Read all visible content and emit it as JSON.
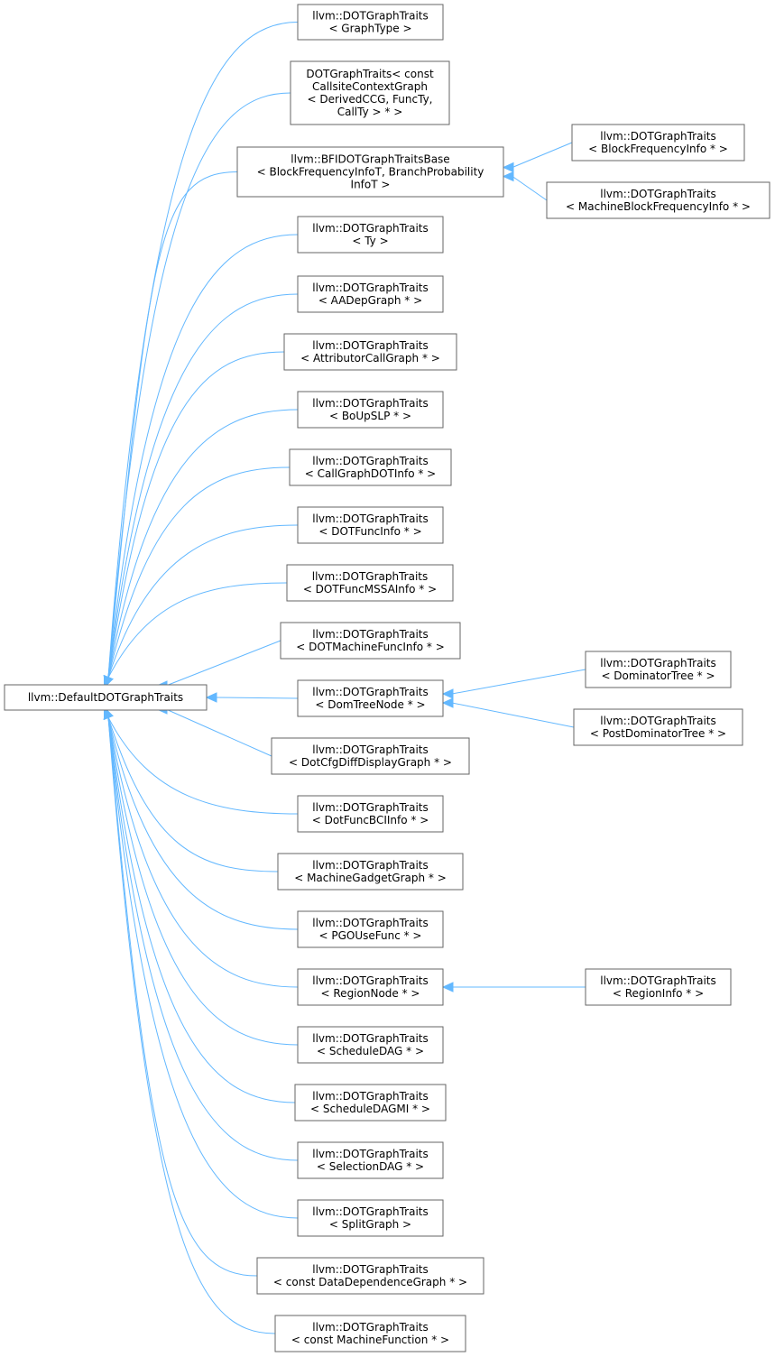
{
  "colors": {
    "edge": "#63b8ff",
    "node_border": "#666666",
    "node_fill": "#ffffff",
    "text": "#000000"
  },
  "nodes": [
    {
      "id": "default",
      "lines": [
        "llvm::DefaultDOTGraphTraits"
      ]
    },
    {
      "id": "graphtype",
      "lines": [
        "llvm::DOTGraphTraits",
        "< GraphType >"
      ]
    },
    {
      "id": "callsite",
      "lines": [
        "DOTGraphTraits< const",
        "CallsiteContextGraph",
        "< DerivedCCG, FuncTy,",
        "CallTy > * >"
      ]
    },
    {
      "id": "bfibase",
      "lines": [
        "llvm::BFIDOTGraphTraitsBase",
        "< BlockFrequencyInfoT, BranchProbability",
        "InfoT >"
      ]
    },
    {
      "id": "blockfreq",
      "lines": [
        "llvm::DOTGraphTraits",
        "< BlockFrequencyInfo * >"
      ]
    },
    {
      "id": "machineblockfreq",
      "lines": [
        "llvm::DOTGraphTraits",
        "< MachineBlockFrequencyInfo * >"
      ]
    },
    {
      "id": "ty",
      "lines": [
        "llvm::DOTGraphTraits",
        "< Ty >"
      ]
    },
    {
      "id": "aadep",
      "lines": [
        "llvm::DOTGraphTraits",
        "< AADepGraph * >"
      ]
    },
    {
      "id": "attributor",
      "lines": [
        "llvm::DOTGraphTraits",
        "< AttributorCallGraph * >"
      ]
    },
    {
      "id": "boupslp",
      "lines": [
        "llvm::DOTGraphTraits",
        "< BoUpSLP * >"
      ]
    },
    {
      "id": "callgraphdot",
      "lines": [
        "llvm::DOTGraphTraits",
        "< CallGraphDOTInfo * >"
      ]
    },
    {
      "id": "dotfunc",
      "lines": [
        "llvm::DOTGraphTraits",
        "< DOTFuncInfo * >"
      ]
    },
    {
      "id": "dotfuncmssa",
      "lines": [
        "llvm::DOTGraphTraits",
        "< DOTFuncMSSAInfo * >"
      ]
    },
    {
      "id": "dotmachinefunc",
      "lines": [
        "llvm::DOTGraphTraits",
        "< DOTMachineFuncInfo * >"
      ]
    },
    {
      "id": "domtreenode",
      "lines": [
        "llvm::DOTGraphTraits",
        "< DomTreeNode * >"
      ]
    },
    {
      "id": "dominatortree",
      "lines": [
        "llvm::DOTGraphTraits",
        "< DominatorTree * >"
      ]
    },
    {
      "id": "postdominatortree",
      "lines": [
        "llvm::DOTGraphTraits",
        "< PostDominatorTree * >"
      ]
    },
    {
      "id": "dotcfgdiff",
      "lines": [
        "llvm::DOTGraphTraits",
        "< DotCfgDiffDisplayGraph * >"
      ]
    },
    {
      "id": "dotfuncbci",
      "lines": [
        "llvm::DOTGraphTraits",
        "< DotFuncBCIInfo * >"
      ]
    },
    {
      "id": "machinegadget",
      "lines": [
        "llvm::DOTGraphTraits",
        "< MachineGadgetGraph * >"
      ]
    },
    {
      "id": "pgousefunc",
      "lines": [
        "llvm::DOTGraphTraits",
        "< PGOUseFunc * >"
      ]
    },
    {
      "id": "regionnode",
      "lines": [
        "llvm::DOTGraphTraits",
        "< RegionNode * >"
      ]
    },
    {
      "id": "regioninfo",
      "lines": [
        "llvm::DOTGraphTraits",
        "< RegionInfo * >"
      ]
    },
    {
      "id": "scheduledag",
      "lines": [
        "llvm::DOTGraphTraits",
        "< ScheduleDAG * >"
      ]
    },
    {
      "id": "scheduledagmi",
      "lines": [
        "llvm::DOTGraphTraits",
        "< ScheduleDAGMI * >"
      ]
    },
    {
      "id": "selectiondag",
      "lines": [
        "llvm::DOTGraphTraits",
        "< SelectionDAG * >"
      ]
    },
    {
      "id": "splitgraph",
      "lines": [
        "llvm::DOTGraphTraits",
        "< SplitGraph >"
      ]
    },
    {
      "id": "datadependence",
      "lines": [
        "llvm::DOTGraphTraits",
        "< const DataDependenceGraph * >"
      ]
    },
    {
      "id": "machinefunction",
      "lines": [
        "llvm::DOTGraphTraits",
        "< const MachineFunction * >"
      ]
    }
  ],
  "edges": [
    {
      "from": "graphtype",
      "to": "default"
    },
    {
      "from": "callsite",
      "to": "default"
    },
    {
      "from": "bfibase",
      "to": "default"
    },
    {
      "from": "ty",
      "to": "default"
    },
    {
      "from": "aadep",
      "to": "default"
    },
    {
      "from": "attributor",
      "to": "default"
    },
    {
      "from": "boupslp",
      "to": "default"
    },
    {
      "from": "callgraphdot",
      "to": "default"
    },
    {
      "from": "dotfunc",
      "to": "default"
    },
    {
      "from": "dotfuncmssa",
      "to": "default"
    },
    {
      "from": "dotmachinefunc",
      "to": "default"
    },
    {
      "from": "domtreenode",
      "to": "default"
    },
    {
      "from": "dotcfgdiff",
      "to": "default"
    },
    {
      "from": "dotfuncbci",
      "to": "default"
    },
    {
      "from": "machinegadget",
      "to": "default"
    },
    {
      "from": "pgousefunc",
      "to": "default"
    },
    {
      "from": "regionnode",
      "to": "default"
    },
    {
      "from": "scheduledag",
      "to": "default"
    },
    {
      "from": "scheduledagmi",
      "to": "default"
    },
    {
      "from": "selectiondag",
      "to": "default"
    },
    {
      "from": "splitgraph",
      "to": "default"
    },
    {
      "from": "datadependence",
      "to": "default"
    },
    {
      "from": "machinefunction",
      "to": "default"
    },
    {
      "from": "blockfreq",
      "to": "bfibase"
    },
    {
      "from": "machineblockfreq",
      "to": "bfibase"
    },
    {
      "from": "dominatortree",
      "to": "domtreenode"
    },
    {
      "from": "postdominatortree",
      "to": "domtreenode"
    },
    {
      "from": "regioninfo",
      "to": "regionnode"
    }
  ]
}
